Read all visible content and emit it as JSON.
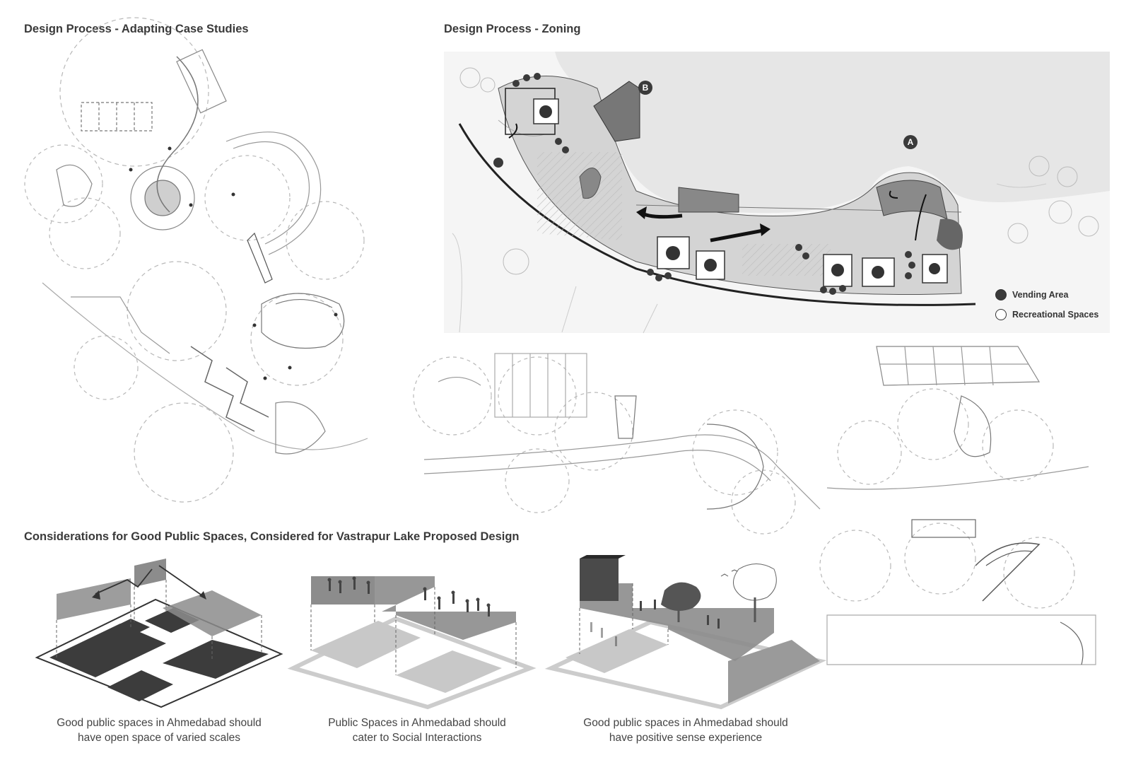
{
  "headings": {
    "case_studies": "Design Process - Adapting Case Studies",
    "zoning": "Design Process - Zoning",
    "considerations": "Considerations for Good Public Spaces, Considered for Vastrapur Lake Proposed Design"
  },
  "zoning_map": {
    "markers": {
      "a": "A",
      "b": "B"
    },
    "legend": [
      {
        "label": "Vending Area",
        "symbol": "filled-circle"
      },
      {
        "label": "Recreational Spaces",
        "symbol": "empty-circle"
      }
    ]
  },
  "considerations": [
    {
      "caption_line1": "Good public spaces in Ahmedabad should",
      "caption_line2": "have open space of varied scales"
    },
    {
      "caption_line1": "Public Spaces in Ahmedabad should",
      "caption_line2": "cater to Social Interactions"
    },
    {
      "caption_line1": "Good public spaces in Ahmedabad should",
      "caption_line2": "have positive sense experience"
    }
  ],
  "colors": {
    "heading": "#3a3a3a",
    "lake": "#e6e6e6",
    "dark_fill": "#3c3c3c",
    "mid_fill": "#8c8c8c",
    "light_fill": "#c8c8c8",
    "sketch_line": "#b5b5b5"
  }
}
